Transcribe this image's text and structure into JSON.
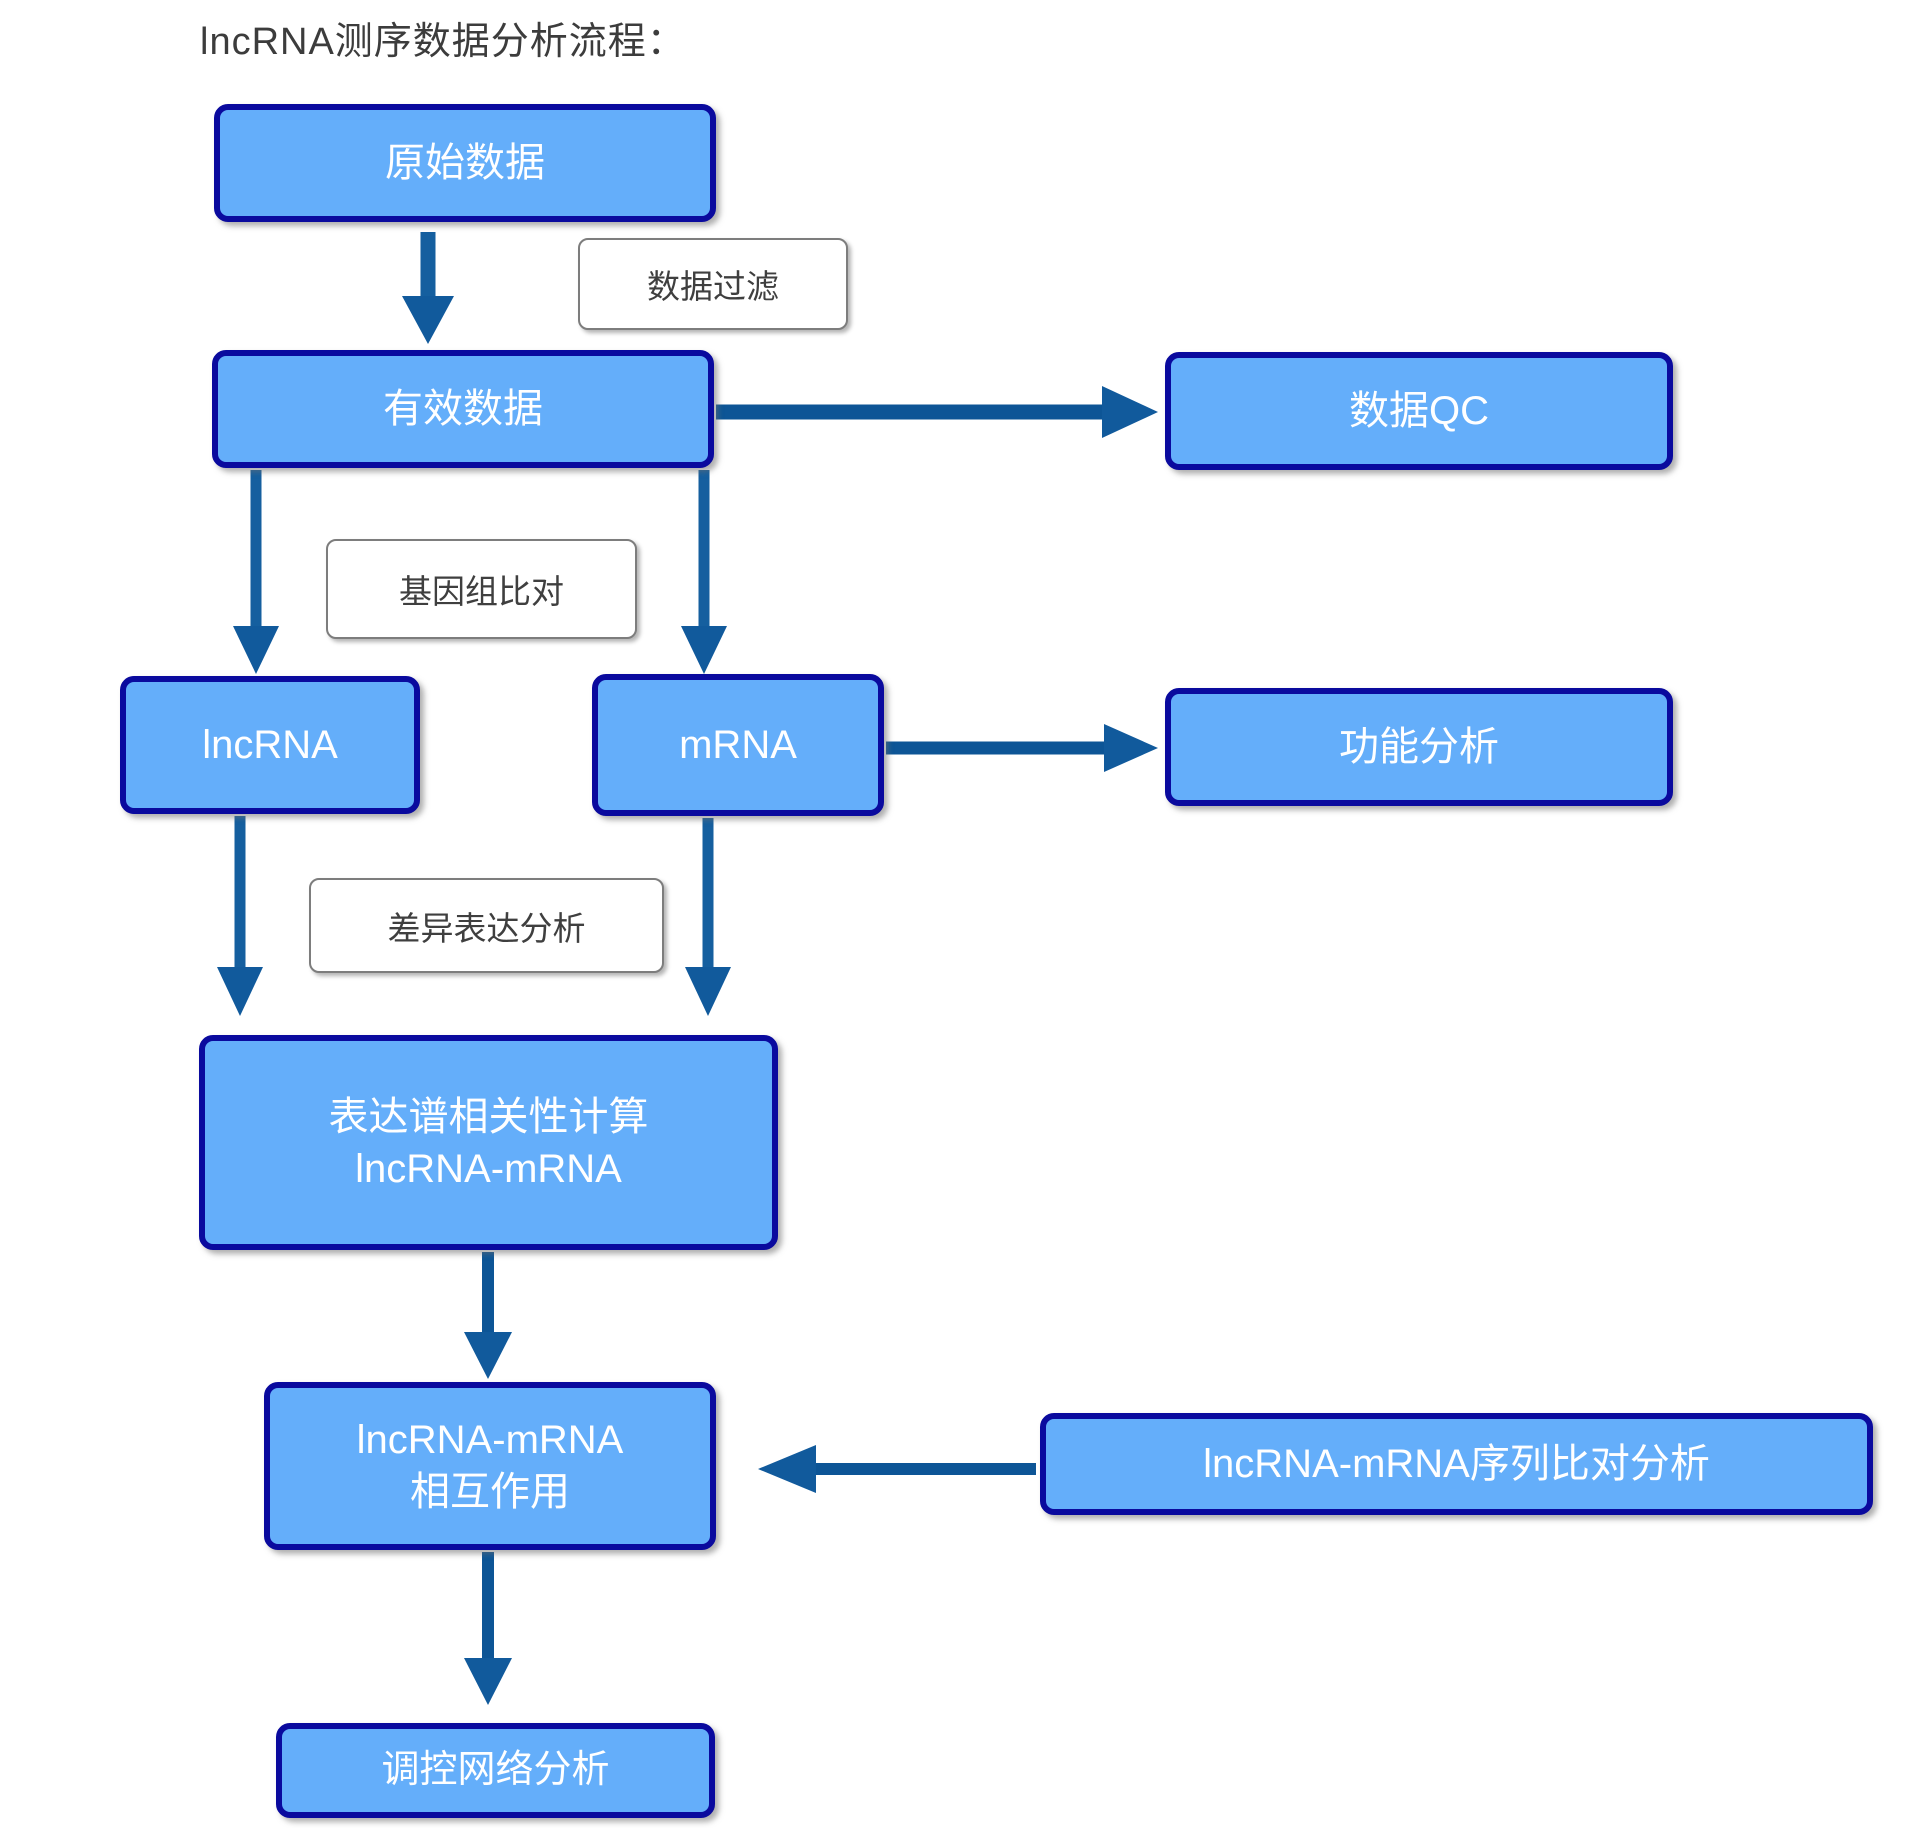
{
  "title": "lncRNA测序数据分析流程：",
  "colors": {
    "node_fill": "#64aefa",
    "node_border": "#0a0a9e",
    "node_text": "#ffffff",
    "arrow": "#115a9c",
    "label_border": "#7d7d7d",
    "label_text": "#3f3f3f",
    "title_text": "#3c3c3c"
  },
  "nodes": {
    "raw_data": {
      "label": "原始数据"
    },
    "valid_data": {
      "label": "有效数据"
    },
    "data_qc": {
      "label": "数据QC"
    },
    "lncrna": {
      "label": "lncRNA"
    },
    "mrna": {
      "label": "mRNA"
    },
    "functional_analysis": {
      "label": "功能分析"
    },
    "correlation": {
      "line1": "表达谱相关性计算",
      "line2": "lncRNA-mRNA"
    },
    "interaction": {
      "line1": "lncRNA-mRNA",
      "line2": "相互作用"
    },
    "seq_alignment": {
      "label": "lncRNA-mRNA序列比对分析"
    },
    "network": {
      "label": "调控网络分析"
    }
  },
  "edge_labels": {
    "data_filter": "数据过滤",
    "genome_alignment": "基因组比对",
    "diff_expression": "差异表达分析"
  }
}
